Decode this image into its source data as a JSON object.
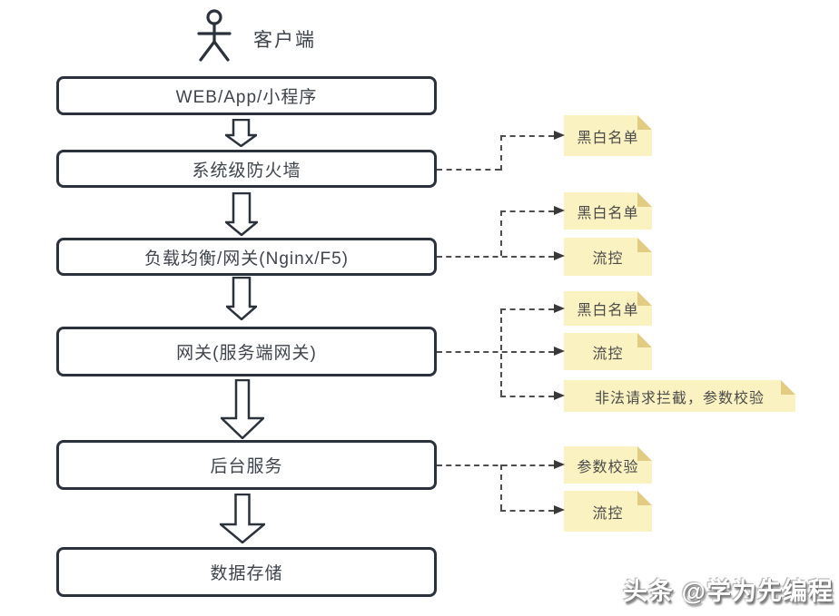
{
  "client": {
    "label": "客户端"
  },
  "flow_boxes": [
    {
      "label": "WEB/App/小程序"
    },
    {
      "label": "系统级防火墙"
    },
    {
      "label": "负载均衡/网关(Nginx/F5)"
    },
    {
      "label": "网关(服务端网关)"
    },
    {
      "label": "后台服务"
    },
    {
      "label": "数据存储"
    }
  ],
  "notes": [
    {
      "label": "黑白名单",
      "attached_to": "系统级防火墙"
    },
    {
      "label": "黑白名单",
      "attached_to": "负载均衡/网关(Nginx/F5)"
    },
    {
      "label": "流控",
      "attached_to": "负载均衡/网关(Nginx/F5)"
    },
    {
      "label": "黑白名单",
      "attached_to": "网关(服务端网关)"
    },
    {
      "label": "流控",
      "attached_to": "网关(服务端网关)"
    },
    {
      "label": "非法请求拦截，参数校验",
      "attached_to": "网关(服务端网关)"
    },
    {
      "label": "参数校验",
      "attached_to": "后台服务"
    },
    {
      "label": "流控",
      "attached_to": "后台服务"
    }
  ],
  "watermark": {
    "text": "头条 @学为先编程"
  },
  "colors": {
    "background": "#ffffff",
    "box_border": "#2b323c",
    "box_fill": "#ffffff",
    "note_fill": "#fbf2c2",
    "note_fold": "#e2cc83",
    "connector": "#4d4d4d"
  }
}
